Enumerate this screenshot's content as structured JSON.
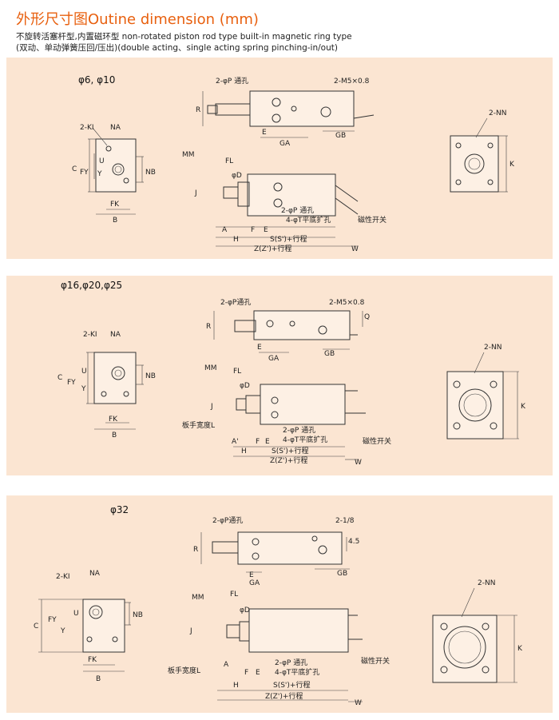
{
  "header": {
    "title": "外形尺寸图Outine dimension (mm)",
    "line1": "不旋转活塞杆型,内置磁环型 non-rotated piston rod type built-in magnetic ring type",
    "line2": "(双动、单动弹簧压回/压出)(double acting、single acting spring pinching-in/out)"
  },
  "colors": {
    "title": "#e8600f",
    "panel": "#fbe5d2"
  },
  "panels": [
    {
      "size": "φ6, φ10",
      "labels": {
        "ki": "2-KI",
        "na": "NA",
        "c": "C",
        "fy": "FY",
        "y": "Y",
        "u": "U",
        "nb": "NB",
        "fk": "FK",
        "b": "B",
        "p_hole": "2-φP 通孔",
        "m5": "2-M5×0.8",
        "r": "R",
        "e": "E",
        "ga": "GA",
        "gb": "GB",
        "mm": "MM",
        "fl": "FL",
        "d": "φD",
        "j": "J",
        "a": "A",
        "h": "H",
        "f": "F",
        "e2": "E",
        "p_hole2": "2-φP 通孔",
        "t_hole": "4-φT平底扩孔",
        "magnet": "磁性开关",
        "s": "S(S')+行程",
        "z": "Z(Z')+行程",
        "w": "W",
        "nn": "2-NN",
        "k": "K"
      }
    },
    {
      "size": "φ16,φ20,φ25",
      "labels": {
        "ki": "2-KI",
        "na": "NA",
        "c": "C",
        "fy": "FY",
        "y": "Y",
        "u": "U",
        "nb": "NB",
        "fk": "FK",
        "b": "B",
        "p_hole": "2-φP通孔",
        "m5": "2-M5×0.8",
        "r": "R",
        "q": "Q",
        "e": "E",
        "ga": "GA",
        "gb": "GB",
        "mm": "MM",
        "fl": "FL",
        "d": "φD",
        "j": "J",
        "wrench": "板手宽度L",
        "a": "A'",
        "h": "H",
        "f": "F",
        "e2": "E",
        "p_hole2": "2-φP 通孔",
        "t_hole": "4-φT平底扩孔",
        "magnet": "磁性开关",
        "s": "S(S')+行程",
        "z": "Z(Z')+行程",
        "w": "W",
        "nn": "2-NN",
        "k": "K"
      }
    },
    {
      "size": "φ32",
      "labels": {
        "ki": "2-KI",
        "na": "NA",
        "c": "C",
        "fy": "FY",
        "y": "Y",
        "u": "U",
        "nb": "NB",
        "fk": "FK",
        "b": "B",
        "p_hole": "2-φP通孔",
        "port": "2-1/8",
        "r": "R",
        "dim45": "4.5",
        "e": "E",
        "ga": "GA",
        "gb": "GB",
        "mm": "MM",
        "fl": "FL",
        "d": "φD",
        "j": "J",
        "wrench": "板手宽度L",
        "a": "A",
        "h": "H",
        "f": "F",
        "e2": "E",
        "p_hole2": "2-φP 通孔",
        "t_hole": "4-φT平底扩孔",
        "magnet": "磁性开关",
        "s": "S(S')+行程",
        "z": "Z(Z')+行程",
        "w": "W",
        "nn": "2-NN",
        "k": "K"
      }
    }
  ]
}
